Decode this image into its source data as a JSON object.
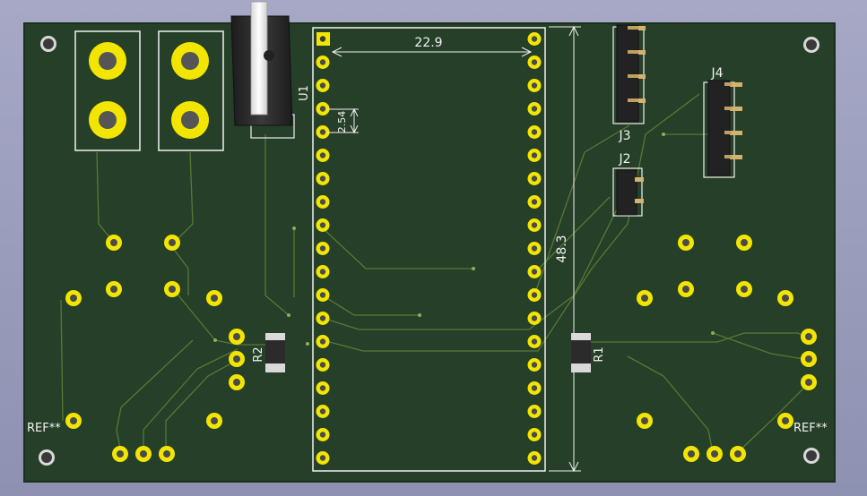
{
  "colors": {
    "background": "#9a9cbc",
    "board": "#253f28",
    "copper_trace": "#6b8c3a",
    "pad": "#f2e600",
    "pad_hole": "#4a4a4a",
    "silkscreen": "#f2f2f2",
    "component_body": "#2b2b2b",
    "pin_metal": "#d6b36a"
  },
  "labels": {
    "u1": "U1",
    "r1": "R1",
    "r2": "R2",
    "j2": "J2",
    "j3": "J3",
    "j4": "J4",
    "ref_left": "REF**",
    "ref_right": "REF**"
  },
  "dimensions": {
    "width_value": "22.9",
    "height_value": "48.3",
    "pitch_value": "2.54"
  },
  "icons": {
    "voltage_regulator": "to220-package-icon",
    "header": "pin-header-icon",
    "resistor": "smd-resistor-icon",
    "mounting_hole": "mounting-hole-icon"
  }
}
